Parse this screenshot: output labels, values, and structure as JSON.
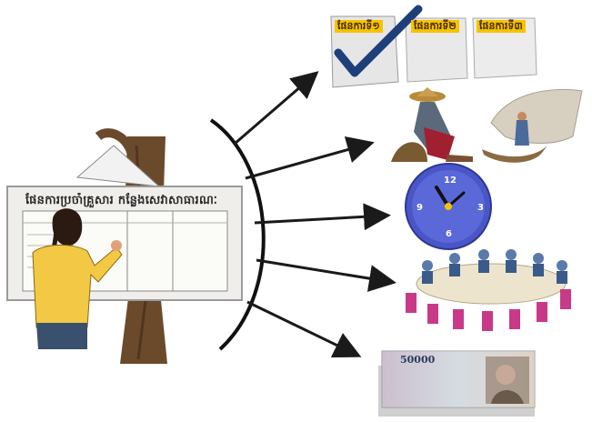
{
  "board": {
    "title": "ផែនការប្រចាំគ្រួសារ កន្លែងសេវាសាធារណៈ"
  },
  "cards": [
    {
      "label": "ផែនការទី១"
    },
    {
      "label": "ផែនការទី២"
    },
    {
      "label": "ផែនការទី៣"
    }
  ],
  "clock": {
    "numbers": [
      "12",
      "3",
      "6",
      "9"
    ]
  },
  "banknote": {
    "amount": "50000"
  },
  "colors": {
    "arrow": "#1a1a1a",
    "bracket": "#111111",
    "clock_face": "#4a56c8",
    "card_label_bg": "#f5c400",
    "check": "#1e3f7a"
  },
  "icons": [
    "checkmark-icon",
    "farmer-icon",
    "fisherman-icon",
    "clock-icon",
    "meeting-icon",
    "banknote-icon"
  ]
}
